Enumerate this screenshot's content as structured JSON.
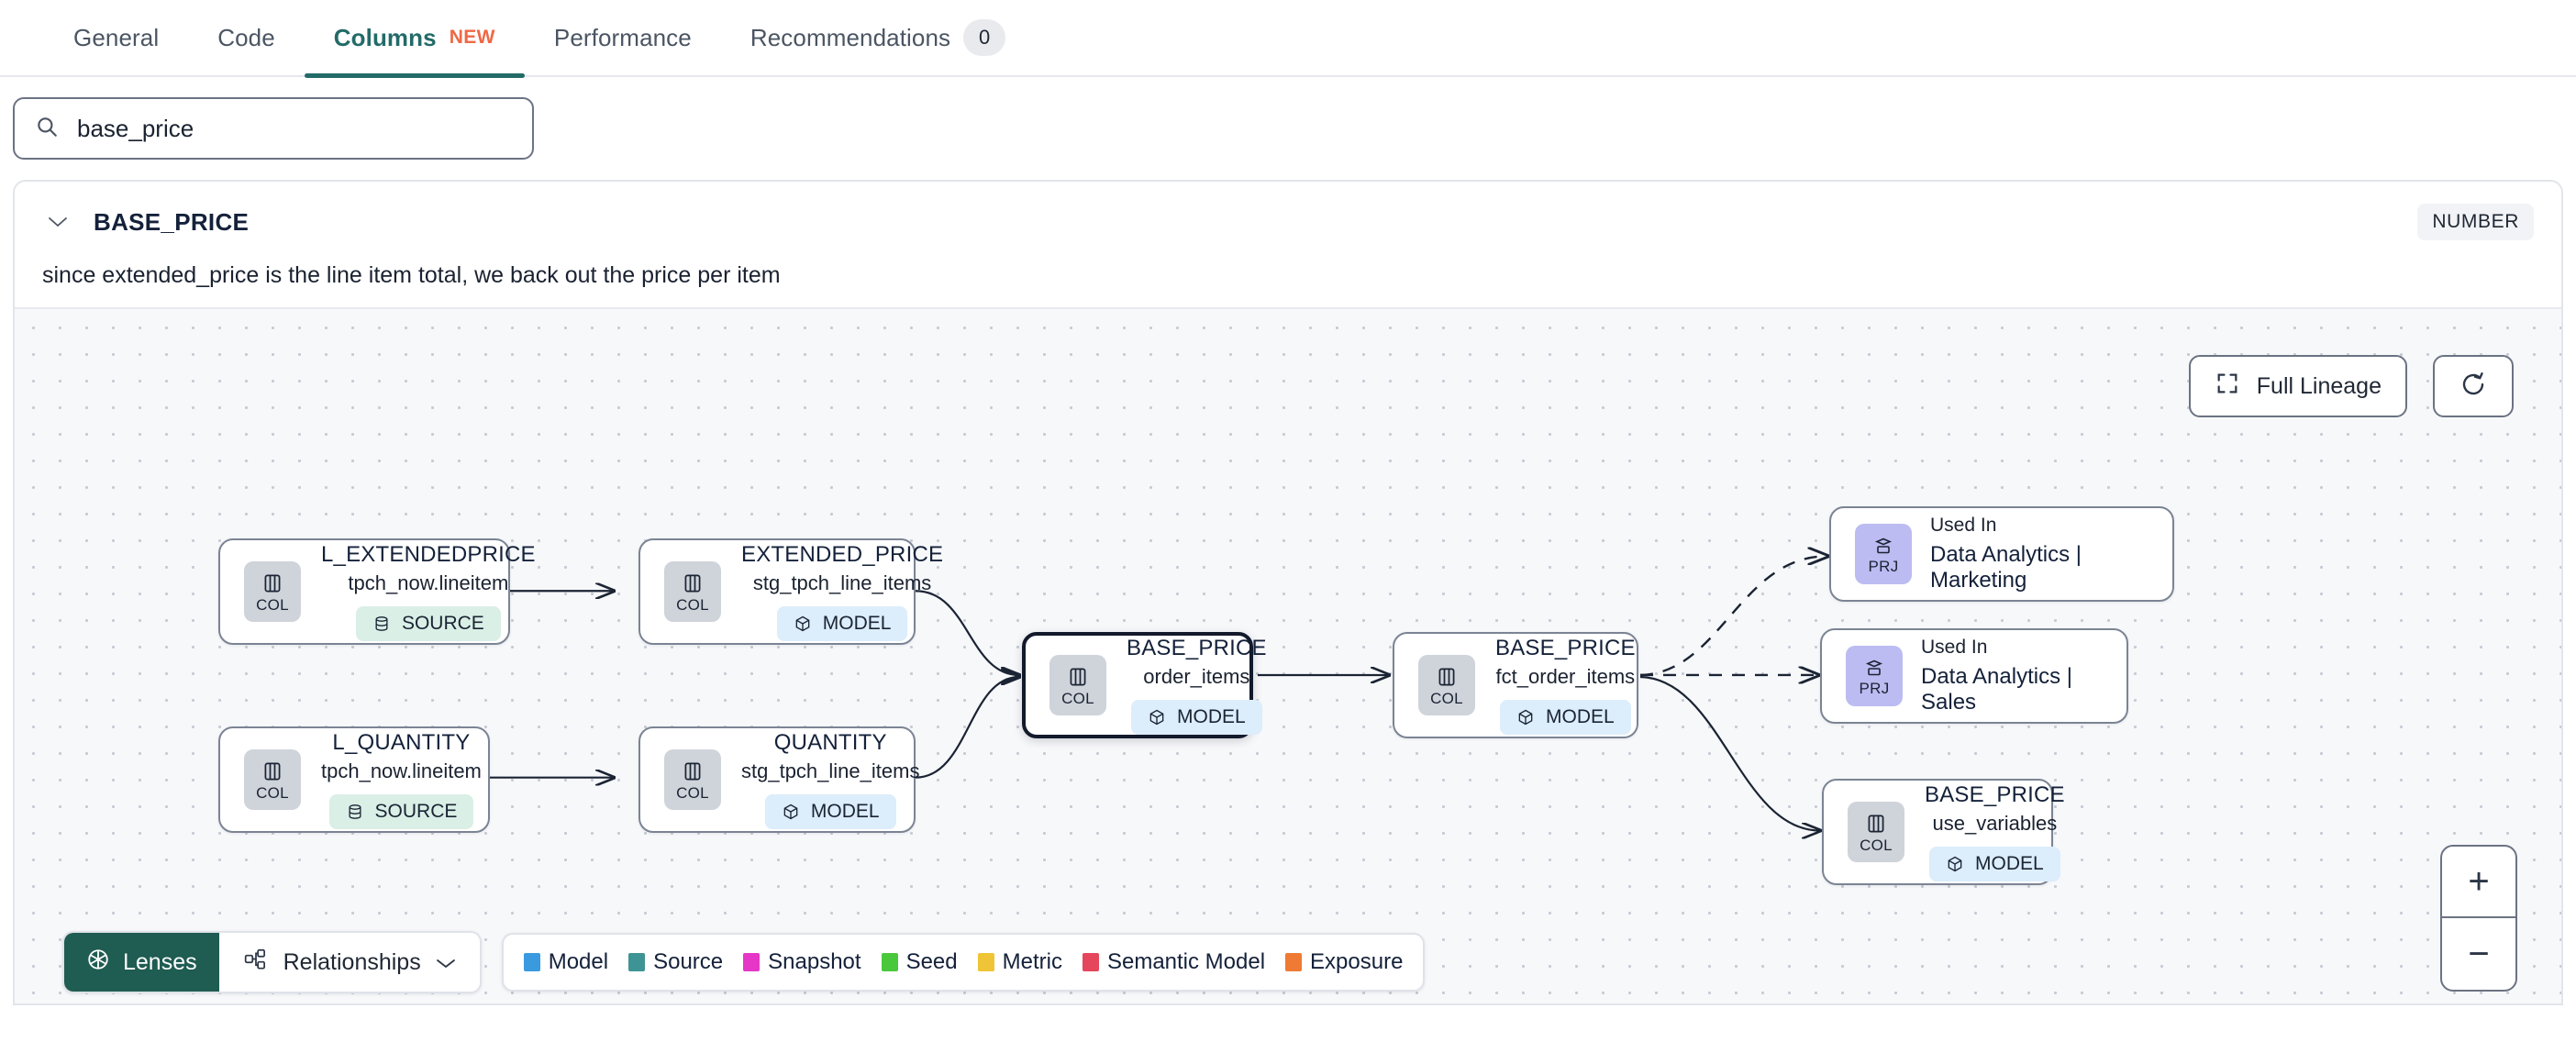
{
  "tabs": [
    {
      "label": "General",
      "active": false,
      "badge": null,
      "new": false
    },
    {
      "label": "Code",
      "active": false,
      "badge": null,
      "new": false
    },
    {
      "label": "Columns",
      "active": true,
      "badge": null,
      "new": true,
      "new_label": "NEW"
    },
    {
      "label": "Performance",
      "active": false,
      "badge": null,
      "new": false
    },
    {
      "label": "Recommendations",
      "active": false,
      "badge": "0",
      "new": false
    }
  ],
  "search": {
    "value": "base_price",
    "placeholder": "Search columns",
    "icon": "search-icon"
  },
  "column": {
    "name": "BASE_PRICE",
    "data_type": "NUMBER",
    "description": "since extended_price is the line item total, we back out the price per item",
    "expanded": true
  },
  "canvas": {
    "full_lineage_label": "Full Lineage",
    "refresh_icon": "refresh-icon",
    "zoom_in": "+",
    "zoom_out": "−"
  },
  "nodes": [
    {
      "id": "n1",
      "kind": "COL",
      "title": "L_EXTENDEDPRICE",
      "subtitle": "tpch_now.lineitem",
      "tag": "SOURCE",
      "tag_type": "source",
      "focus": false
    },
    {
      "id": "n2",
      "kind": "COL",
      "title": "L_QUANTITY",
      "subtitle": "tpch_now.lineitem",
      "tag": "SOURCE",
      "tag_type": "source",
      "focus": false
    },
    {
      "id": "n3",
      "kind": "COL",
      "title": "EXTENDED_PRICE",
      "subtitle": "stg_tpch_line_items",
      "tag": "MODEL",
      "tag_type": "model",
      "focus": false
    },
    {
      "id": "n4",
      "kind": "COL",
      "title": "QUANTITY",
      "subtitle": "stg_tpch_line_items",
      "tag": "MODEL",
      "tag_type": "model",
      "focus": false
    },
    {
      "id": "n5",
      "kind": "COL",
      "title": "BASE_PRICE",
      "subtitle": "order_items",
      "tag": "MODEL",
      "tag_type": "model",
      "focus": true
    },
    {
      "id": "n6",
      "kind": "COL",
      "title": "BASE_PRICE",
      "subtitle": "fct_order_items",
      "tag": "MODEL",
      "tag_type": "model",
      "focus": false
    },
    {
      "id": "n7",
      "kind": "COL",
      "title": "BASE_PRICE",
      "subtitle": "use_variables",
      "tag": "MODEL",
      "tag_type": "model",
      "focus": false
    }
  ],
  "project_nodes": [
    {
      "id": "p1",
      "kind": "PRJ",
      "kicker": "Used In",
      "name": "Data Analytics | Marketing"
    },
    {
      "id": "p2",
      "kind": "PRJ",
      "kicker": "Used In",
      "name": "Data Analytics | Sales"
    }
  ],
  "toolbar": {
    "lenses_label": "Lenses",
    "lenses_icon": "aperture-icon",
    "relationships_label": "Relationships",
    "relationships_icon": "relationships-icon",
    "chevron_icon": "chevron-down-icon"
  },
  "legend": [
    {
      "label": "Model",
      "color": "#3a9ae0"
    },
    {
      "label": "Source",
      "color": "#3e9494"
    },
    {
      "label": "Snapshot",
      "color": "#e536c8"
    },
    {
      "label": "Seed",
      "color": "#49c83b"
    },
    {
      "label": "Metric",
      "color": "#efc436"
    },
    {
      "label": "Semantic Model",
      "color": "#e5465c"
    },
    {
      "label": "Exposure",
      "color": "#ef7a33"
    }
  ]
}
